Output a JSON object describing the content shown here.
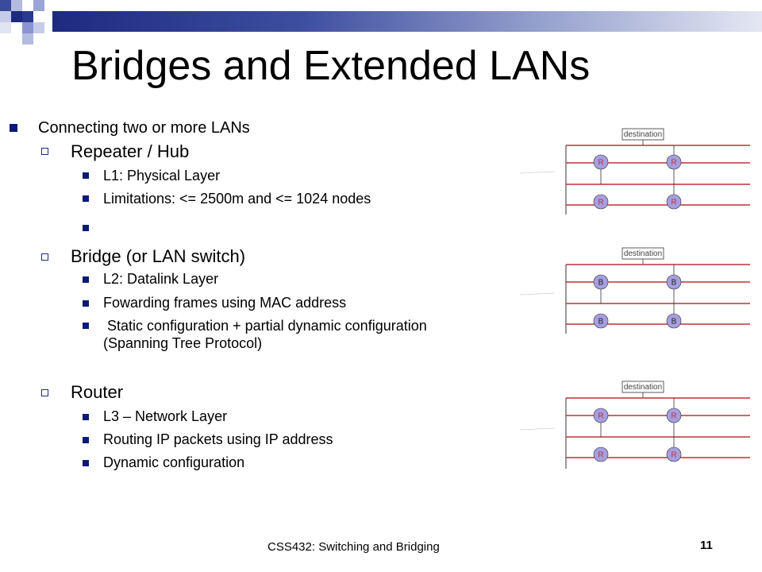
{
  "slide": {
    "title": "Bridges and Extended LANs",
    "footer": "CSS432: Switching and Bridging",
    "page_number": "11"
  },
  "content": {
    "main_bullet": "Connecting two or more LANs",
    "sections": [
      {
        "heading": "Repeater / Hub",
        "items": [
          "L1: Physical Layer",
          "Limitations: <= 2500m and <= 1024 nodes",
          ""
        ]
      },
      {
        "heading": "Bridge (or LAN switch)",
        "items": [
          "L2: Datalink Layer",
          "Fowarding frames using MAC address",
          " Static configuration + partial dynamic configuration (Spanning Tree Protocol)"
        ]
      },
      {
        "heading": "Router",
        "items": [
          "L3 – Network Layer",
          "Routing IP packets using IP address",
          "Dynamic configuration"
        ]
      }
    ]
  },
  "diagrams": [
    {
      "destination_label": "destination",
      "nodes": [
        "R",
        "R",
        "R",
        "R"
      ]
    },
    {
      "destination_label": "destination",
      "nodes": [
        "B",
        "B",
        "B",
        "B"
      ]
    },
    {
      "destination_label": "destination",
      "nodes": [
        "R",
        "R",
        "R",
        "R"
      ]
    }
  ],
  "colors": {
    "accent": "#1c2a80",
    "bullet": "#0d1a74",
    "link": "#c0303a",
    "node_fill": "#a59fe0"
  }
}
